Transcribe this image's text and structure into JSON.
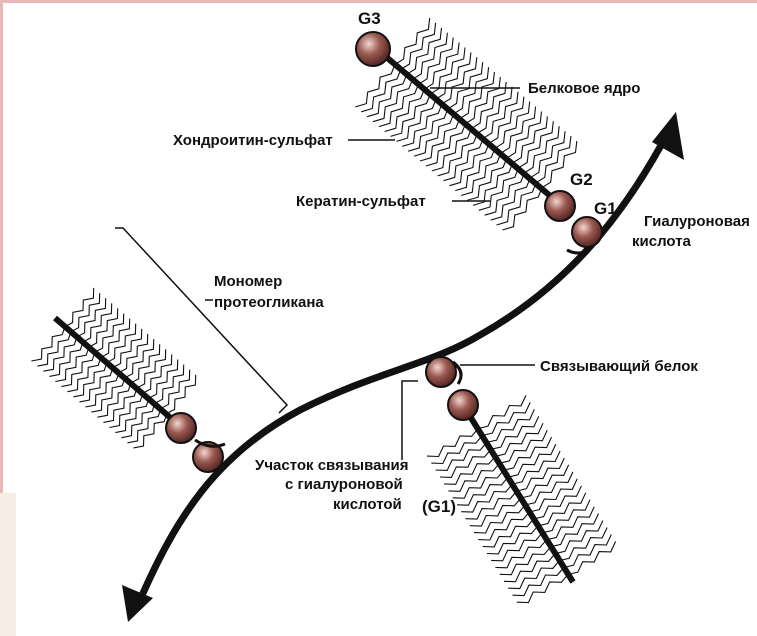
{
  "labels": {
    "g3": "G3",
    "protein_core": "Белковое ядро",
    "chondroitin_sulfate": "Хондроитин-сульфат",
    "keratan_sulfate": "Кератин-сульфат",
    "g2": "G2",
    "g1": "G1",
    "hyaluronic_acid_line1": "Гиалуроновая",
    "hyaluronic_acid_line2": "кислота",
    "proteoglycan_monomer_line1": "Мономер",
    "proteoglycan_monomer_line2": "протеогликана",
    "link_protein": "Связывающий белок",
    "binding_site_line1": "Участок связывания",
    "binding_site_line2": "с гиалуроновой",
    "binding_site_line3": "кислотой",
    "binding_site_g1": "(G1)"
  },
  "colors": {
    "globule": "#7a3f3a",
    "globule_highlight": "#e8c3bb",
    "line": "#111111"
  }
}
